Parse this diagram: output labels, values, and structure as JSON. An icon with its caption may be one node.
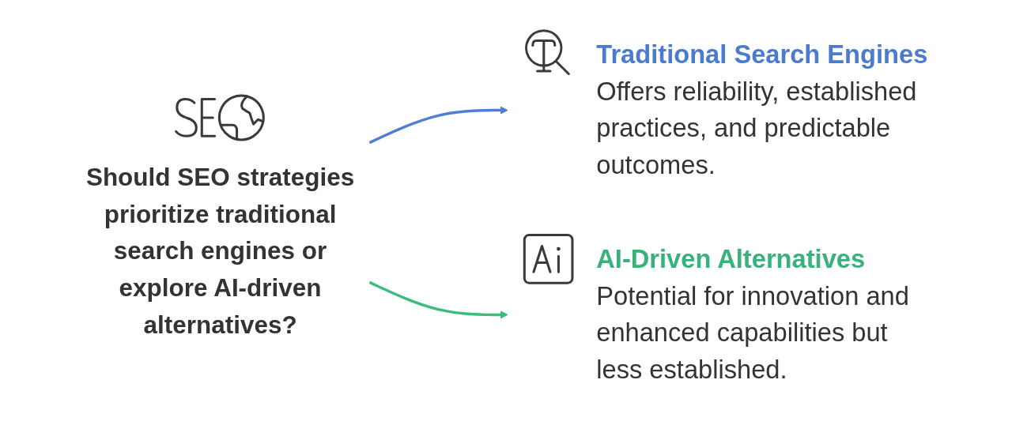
{
  "diagram": {
    "nodes": [
      {
        "text": [
          "Should SEO strategies prioritize traditional search engines or explore AI-driven alternatives?"
        ]
      },
      {
        "text": [
          "Traditional Search Engines",
          "Offers reliability, established practices, and predictable outcomes."
        ]
      },
      {
        "text": [
          "AI-Driven Alternatives",
          "Potential for innovation and enhanced capabilities but less established."
        ]
      }
    ],
    "edges": [
      {
        "from": 0,
        "to": 1,
        "arrow": "to",
        "color": "#4f7fd4"
      },
      {
        "from": 0,
        "to": 2,
        "arrow": "to",
        "color": "#3dba7e"
      }
    ]
  }
}
